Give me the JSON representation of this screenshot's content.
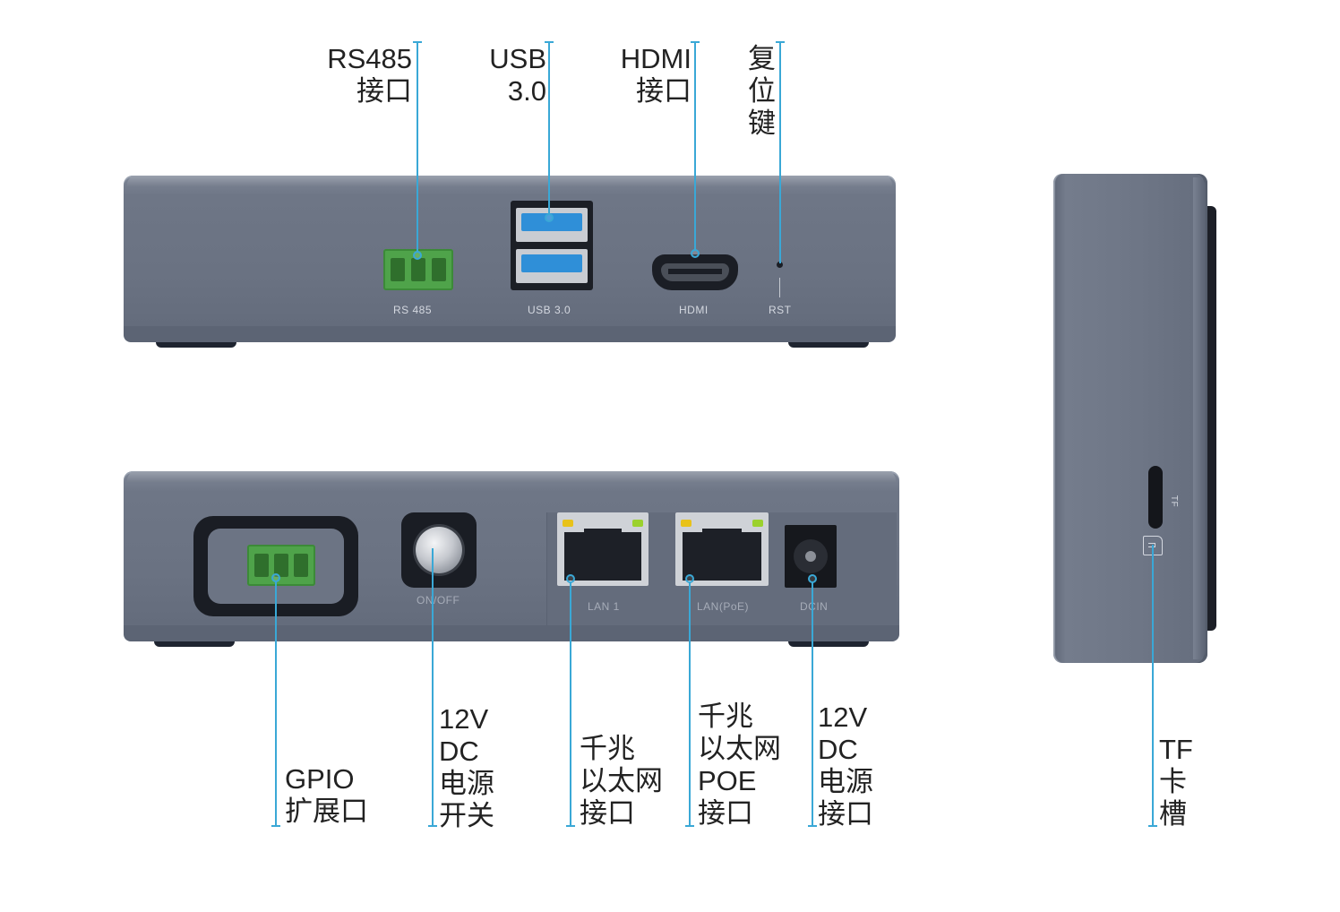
{
  "callouts": {
    "rs485": "RS485\n接口",
    "usb": "USB\n3.0",
    "hdmi": "HDMI\n接口",
    "reset": "复\n位\n键",
    "gpio": "GPIO\n扩展口",
    "power_switch": "12V\nDC\n电源\n开关",
    "lan": "千兆\n以太网\n接口",
    "lan_poe": "千兆\n以太网\nPOE\n接口",
    "dc_in": "12V\nDC\n电源\n接口",
    "tf": "TF\n卡\n槽"
  },
  "silkscreen": {
    "rs485": "RS 485",
    "usb": "USB 3.0",
    "hdmi": "HDMI",
    "rst": "RST",
    "onoff": "ON/OFF",
    "lan1": "LAN 1",
    "lan_poe": "LAN(PoE)",
    "dcin": "DCIN",
    "tf": "TF"
  },
  "colors": {
    "case": "#6b7383",
    "case_top": "#7c8494",
    "callout_line": "#3aa8d6",
    "terminal_green": "#4fa34a",
    "usb_blue": "#2f8fd8"
  }
}
